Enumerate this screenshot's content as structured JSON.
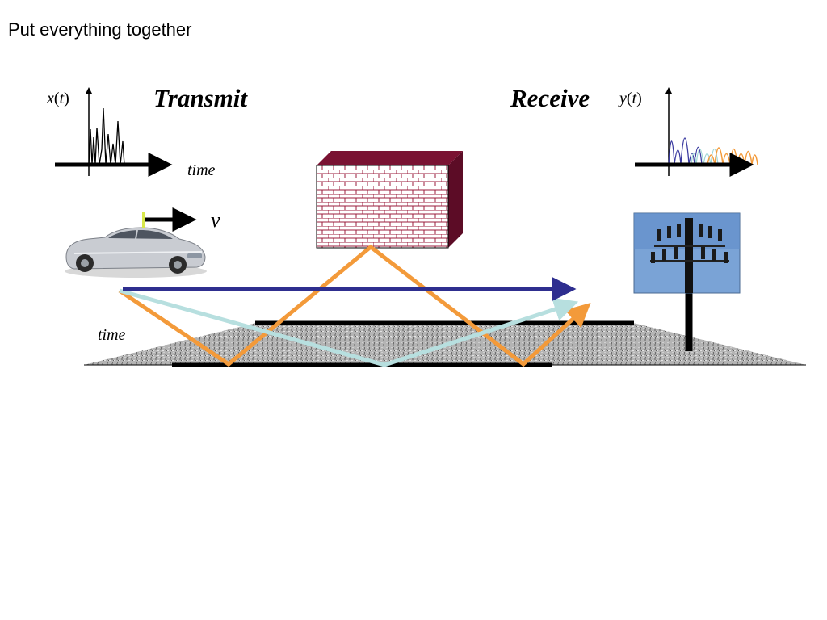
{
  "slide": {
    "title": "Put everything together"
  },
  "labels": {
    "transmit": "Transmit",
    "receive": "Receive",
    "x_signal_name": "x",
    "x_signal_arg": "t",
    "y_signal_name": "y",
    "y_signal_arg": "t",
    "time_axis_tx": "time",
    "time_axis_ground": "time",
    "velocity": "v"
  },
  "colors": {
    "direct_path": "#2e2e8f",
    "wall_reflection_path": "#f39a3a",
    "ground_reflection_path": "#b7dfdf",
    "wall_face": "#ffffff",
    "wall_brick_lines": "#9b1c3c",
    "wall_side": "#6b0f2a",
    "ground_texture": "#a8a8a8",
    "tower_sky": "#7aa3d6",
    "velocity_marker": "#d8e84a"
  },
  "icons": {
    "car": "car-image",
    "tower": "cell-tower-image",
    "wall": "brick-wall",
    "ground": "ground-terrain"
  }
}
